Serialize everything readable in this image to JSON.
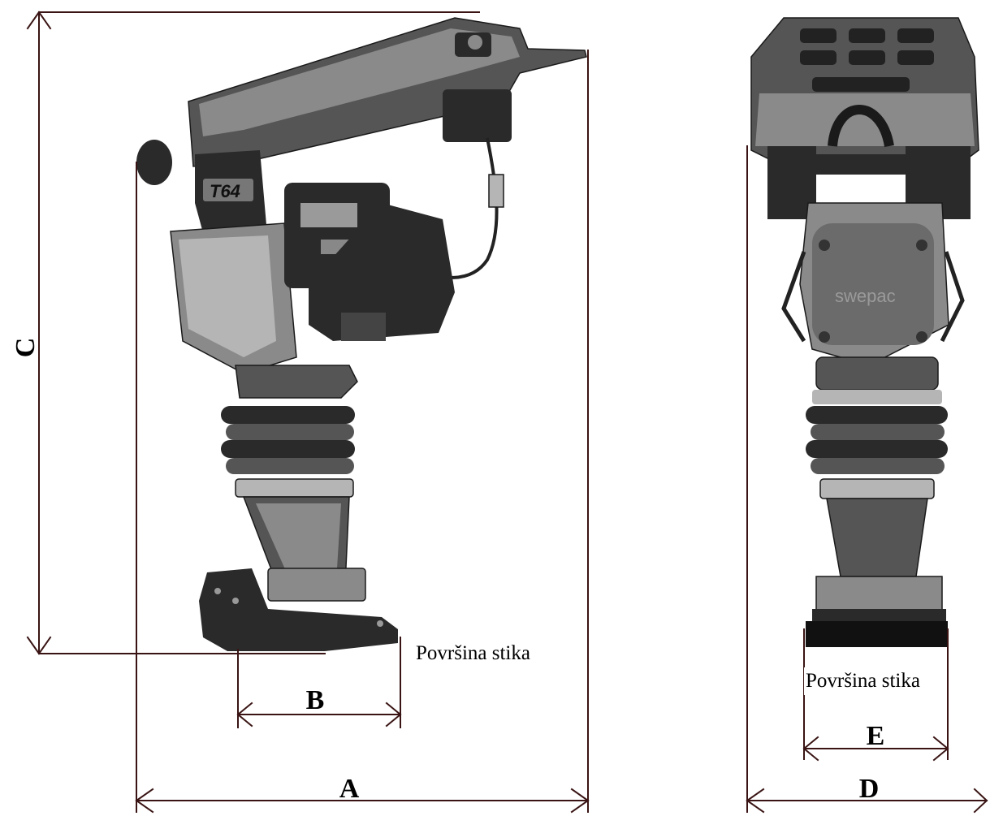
{
  "dimensions": {
    "a": "A",
    "b": "B",
    "c": "C",
    "d": "D",
    "e": "E"
  },
  "captions": {
    "contact_surface_side": "Površina stika",
    "contact_surface_front": "Površina stika"
  },
  "machine": {
    "model_badge": "T64",
    "brand": "swepac"
  },
  "colors": {
    "dimension_lines": "#3a1414",
    "machine_body": "#7a7a7a",
    "background": "#ffffff"
  }
}
